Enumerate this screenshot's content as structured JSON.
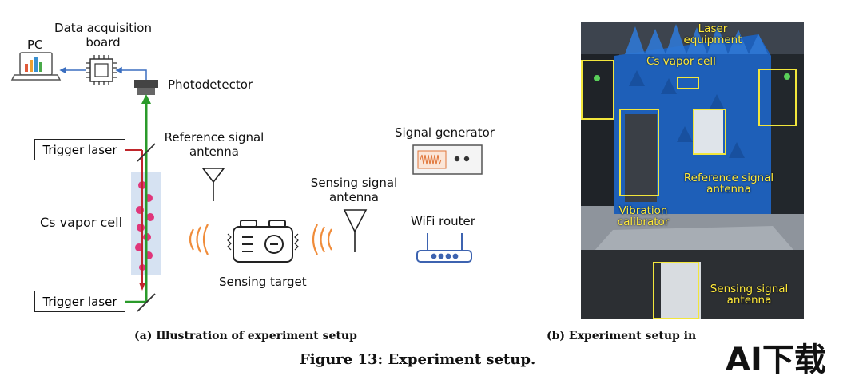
{
  "illustration": {
    "pc": "PC",
    "daq_line1": "Data acquisition",
    "daq_line2": "board",
    "photodetector": "Photodetector",
    "trigger_laser_top": "Trigger laser",
    "trigger_laser_bottom": "Trigger laser",
    "cs_vapor_cell": "Cs vapor cell",
    "ref_antenna_line1": "Reference signal",
    "ref_antenna_line2": "antenna",
    "sensing_target": "Sensing target",
    "sens_antenna_line1": "Sensing signal",
    "sens_antenna_line2": "antenna",
    "signal_generator": "Signal generator",
    "wifi_router": "WiFi router"
  },
  "photo": {
    "laser_equipment_line1": "Laser",
    "laser_equipment_line2": "equipment",
    "cs_vapor_cell": "Cs vapor cell",
    "ref_antenna_line1": "Reference signal",
    "ref_antenna_line2": "antenna",
    "vibration_line1": "Vibration",
    "vibration_line2": "calibrator",
    "sens_antenna_line1": "Sensing signal",
    "sens_antenna_line2": "antenna"
  },
  "captions": {
    "sub_a": "(a) Illustration of experiment setup",
    "sub_b": "(b) Experiment setup in",
    "figure": "Figure 13: Experiment setup."
  },
  "watermark": {
    "text": "AI下载"
  },
  "colors": {
    "beam_green": "#2a9a2a",
    "beam_red": "#c0262b",
    "wave_orange": "#f08c3a",
    "router_blue": "#3d63b0",
    "cell_dots": "#e0357a",
    "photo_label_yellow": "#ffe93a"
  }
}
